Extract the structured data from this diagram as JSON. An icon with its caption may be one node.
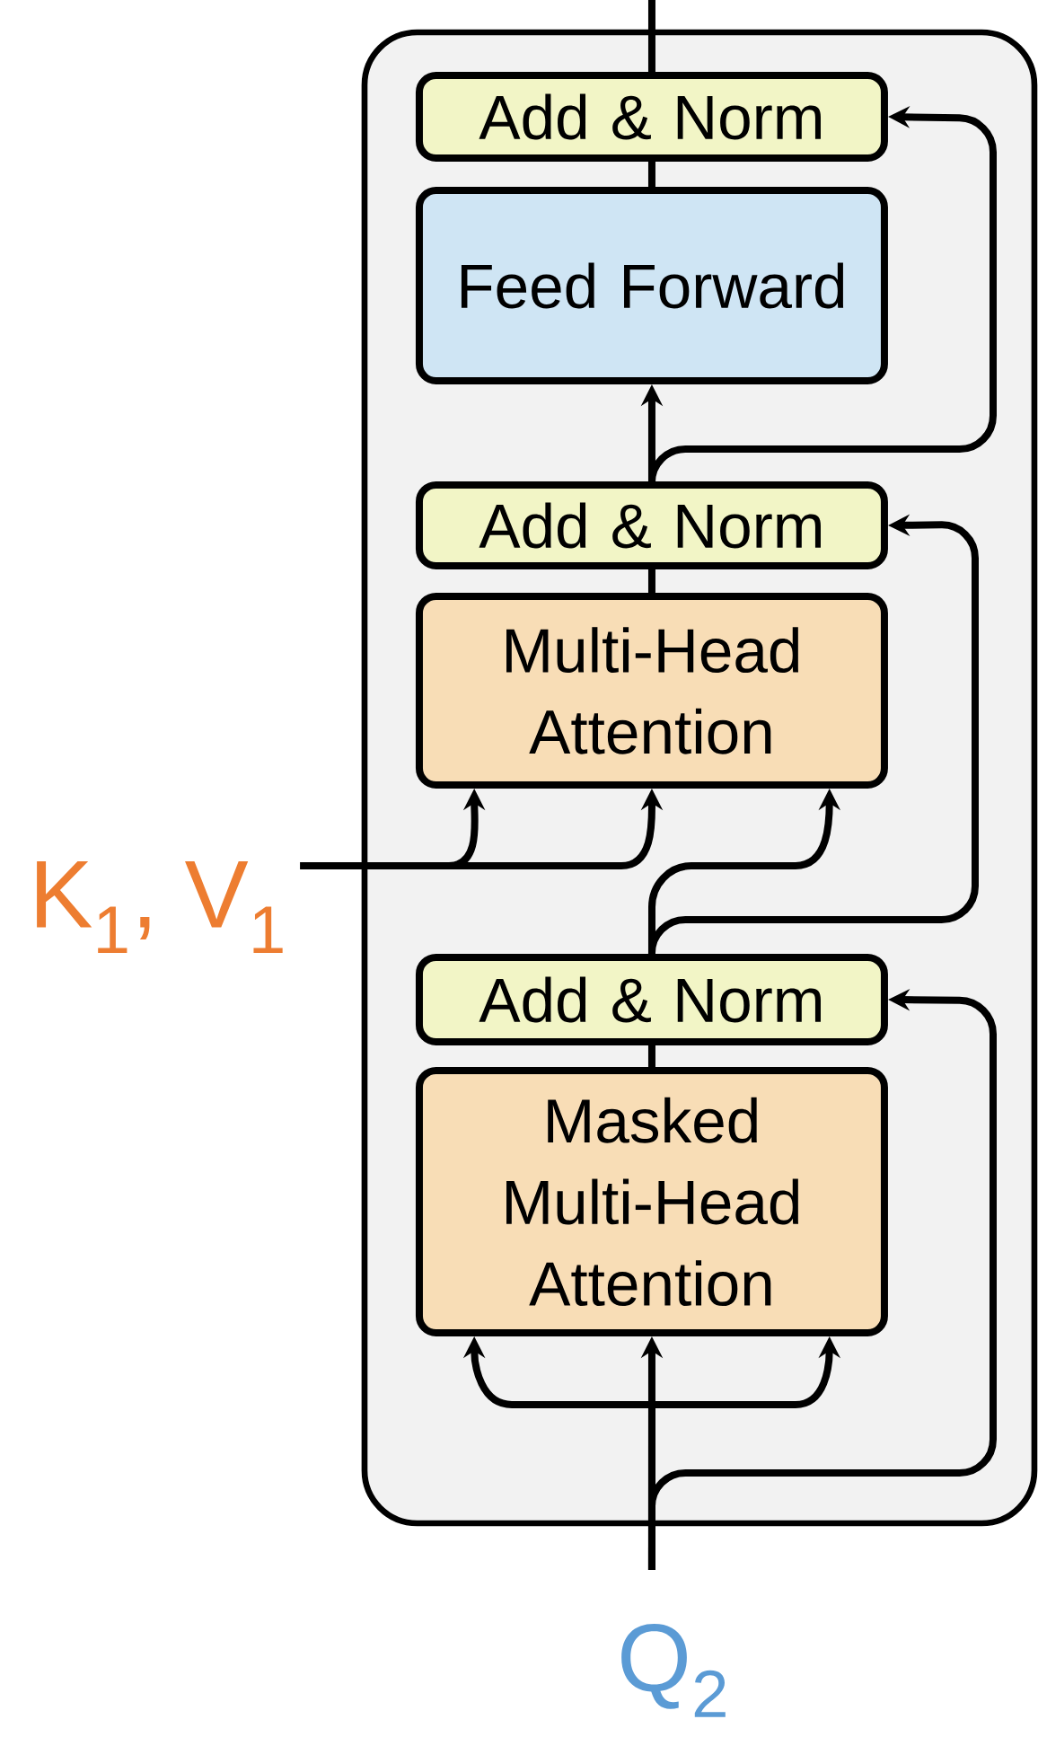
{
  "diagram": {
    "nodes": [
      {
        "text": [],
        "shape": "box"
      },
      {
        "text": [
          "Add & Norm"
        ],
        "in": 0
      },
      {
        "text": [
          "Feed Forward"
        ],
        "in": 0
      },
      {
        "text": [
          "Add & Norm"
        ],
        "in": 0
      },
      {
        "text": [
          "Multi-Head Attention"
        ],
        "in": 0
      },
      {
        "text": [
          "Add & Norm"
        ],
        "in": 0
      },
      {
        "text": [
          "Masked Multi-Head Attention"
        ],
        "in": 0
      },
      {
        "text": [
          "K$_{1}$, V$_{1}$"
        ]
      },
      {
        "text": [
          "Q$_{2}$"
        ]
      }
    ],
    "edges": [
      {
        "from": 1,
        "to": null,
        "arrow": "none"
      },
      {
        "from": 2,
        "to": 1,
        "arrow": "none"
      },
      {
        "from": 3,
        "to": 2,
        "arrow": "to"
      },
      {
        "from": 3,
        "to": 1,
        "arrow": "to"
      },
      {
        "from": 4,
        "to": 3,
        "arrow": "none"
      },
      {
        "from": 7,
        "to": 4,
        "arrow": "to"
      },
      {
        "from": 7,
        "to": 4,
        "arrow": "to"
      },
      {
        "from": 5,
        "to": 4,
        "arrow": "to"
      },
      {
        "from": 5,
        "to": 3,
        "arrow": "to"
      },
      {
        "from": 6,
        "to": 5,
        "arrow": "none"
      },
      {
        "from": 8,
        "to": 6,
        "arrow": "to"
      },
      {
        "from": 8,
        "to": 6,
        "arrow": "to"
      },
      {
        "from": 8,
        "to": 6,
        "arrow": "to"
      },
      {
        "from": 8,
        "to": 5,
        "arrow": "to"
      }
    ]
  }
}
